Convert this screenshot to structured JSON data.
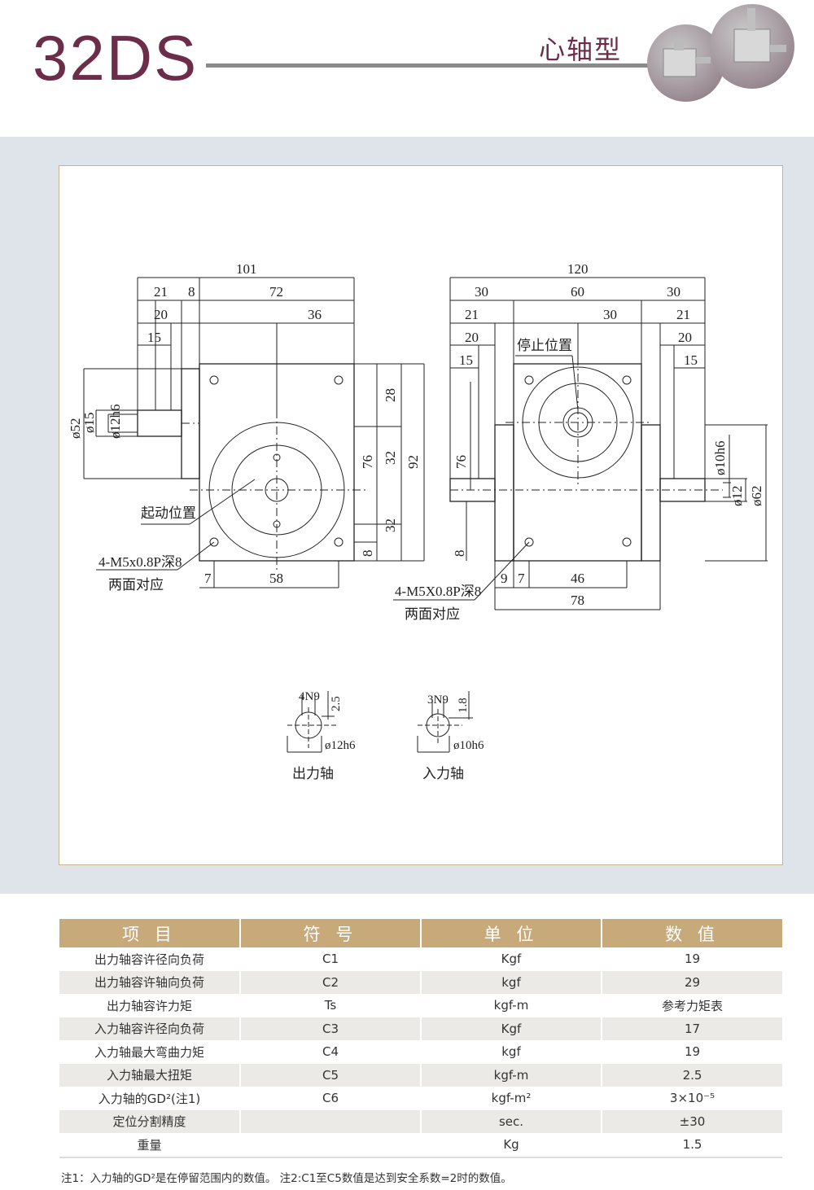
{
  "header": {
    "model": "32DS",
    "type_label": "心轴型"
  },
  "drawing": {
    "left_view": {
      "dims": [
        "101",
        "21",
        "8",
        "72",
        "20",
        "36",
        "15",
        "ø52",
        "ø15",
        "ø12h6",
        "28",
        "76",
        "32",
        "92",
        "32",
        "8",
        "7",
        "58"
      ],
      "start_position": "起动位置",
      "holes": "4-M5x0.8P深8",
      "both_sides": "两面对应"
    },
    "right_view": {
      "dims": [
        "120",
        "30",
        "60",
        "30",
        "21",
        "30",
        "21",
        "20",
        "20",
        "15",
        "15",
        "76",
        "8",
        "ø10h6",
        "ø12",
        "ø62",
        "9",
        "7",
        "46",
        "78"
      ],
      "stop_position": "停止位置",
      "holes": "4-M5X0.8P深8",
      "both_sides": "两面对应"
    },
    "output_shaft": {
      "key": "4N9",
      "depth": "2.5",
      "dia": "ø12h6",
      "label": "出力轴"
    },
    "input_shaft": {
      "key": "3N9",
      "depth": "1.8",
      "dia": "ø10h6",
      "label": "入力轴"
    }
  },
  "table": {
    "headers": [
      "项 目",
      "符 号",
      "单 位",
      "数 值"
    ],
    "rows": [
      [
        "出力轴容许径向负荷",
        "C1",
        "Kgf",
        "19"
      ],
      [
        "出力轴容许轴向负荷",
        "C2",
        "kgf",
        "29"
      ],
      [
        "出力轴容许力矩",
        "Ts",
        "kgf-m",
        "参考力矩表"
      ],
      [
        "入力轴容许径向负荷",
        "C3",
        "Kgf",
        "17"
      ],
      [
        "入力轴最大弯曲力矩",
        "C4",
        "kgf",
        "19"
      ],
      [
        "入力轴最大扭矩",
        "C5",
        "kgf-m",
        "2.5"
      ],
      [
        "入力轴的GD²(注1)",
        "C6",
        "kgf-m²",
        "3×10⁻⁵"
      ],
      [
        "定位分割精度",
        "",
        "sec.",
        "±30"
      ],
      [
        "重量",
        "",
        "Kg",
        "1.5"
      ]
    ]
  },
  "note": "注1：入力轴的GD²是在停留范围内的数值。   注2:C1至C5数值是达到安全系数=2时的数值。"
}
